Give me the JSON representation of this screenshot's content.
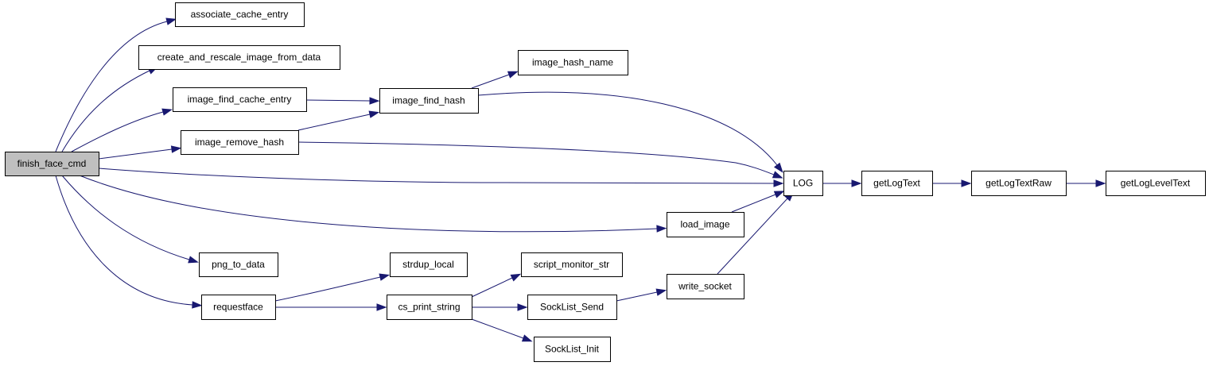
{
  "diagram": {
    "colors": {
      "edge": "#191970",
      "root_fill": "#bfbfbf",
      "node_fill": "#ffffff",
      "node_border": "#000000"
    },
    "nodes": [
      {
        "id": "finish_face_cmd",
        "label": "finish_face_cmd",
        "root": true
      },
      {
        "id": "associate_cache_entry",
        "label": "associate_cache_entry"
      },
      {
        "id": "create_and_rescale_image_from_data",
        "label": "create_and_rescale_image_from_data"
      },
      {
        "id": "image_find_cache_entry",
        "label": "image_find_cache_entry"
      },
      {
        "id": "image_remove_hash",
        "label": "image_remove_hash"
      },
      {
        "id": "image_find_hash",
        "label": "image_find_hash"
      },
      {
        "id": "image_hash_name",
        "label": "image_hash_name"
      },
      {
        "id": "LOG",
        "label": "LOG"
      },
      {
        "id": "getLogText",
        "label": "getLogText"
      },
      {
        "id": "getLogTextRaw",
        "label": "getLogTextRaw"
      },
      {
        "id": "getLogLevelText",
        "label": "getLogLevelText"
      },
      {
        "id": "load_image",
        "label": "load_image"
      },
      {
        "id": "png_to_data",
        "label": "png_to_data"
      },
      {
        "id": "requestface",
        "label": "requestface"
      },
      {
        "id": "strdup_local",
        "label": "strdup_local"
      },
      {
        "id": "cs_print_string",
        "label": "cs_print_string"
      },
      {
        "id": "script_monitor_str",
        "label": "script_monitor_str"
      },
      {
        "id": "SockList_Send",
        "label": "SockList_Send"
      },
      {
        "id": "SockList_Init",
        "label": "SockList_Init"
      },
      {
        "id": "write_socket",
        "label": "write_socket"
      }
    ],
    "edges": [
      {
        "from": "finish_face_cmd",
        "to": "associate_cache_entry"
      },
      {
        "from": "finish_face_cmd",
        "to": "create_and_rescale_image_from_data"
      },
      {
        "from": "finish_face_cmd",
        "to": "image_find_cache_entry"
      },
      {
        "from": "finish_face_cmd",
        "to": "image_remove_hash"
      },
      {
        "from": "finish_face_cmd",
        "to": "LOG"
      },
      {
        "from": "finish_face_cmd",
        "to": "load_image"
      },
      {
        "from": "finish_face_cmd",
        "to": "png_to_data"
      },
      {
        "from": "finish_face_cmd",
        "to": "requestface"
      },
      {
        "from": "image_find_cache_entry",
        "to": "image_find_hash"
      },
      {
        "from": "image_remove_hash",
        "to": "image_find_hash"
      },
      {
        "from": "image_remove_hash",
        "to": "LOG"
      },
      {
        "from": "image_find_hash",
        "to": "image_hash_name"
      },
      {
        "from": "image_find_hash",
        "to": "LOG"
      },
      {
        "from": "LOG",
        "to": "getLogText"
      },
      {
        "from": "getLogText",
        "to": "getLogTextRaw"
      },
      {
        "from": "getLogTextRaw",
        "to": "getLogLevelText"
      },
      {
        "from": "load_image",
        "to": "LOG"
      },
      {
        "from": "requestface",
        "to": "strdup_local"
      },
      {
        "from": "requestface",
        "to": "cs_print_string"
      },
      {
        "from": "cs_print_string",
        "to": "script_monitor_str"
      },
      {
        "from": "cs_print_string",
        "to": "SockList_Send"
      },
      {
        "from": "cs_print_string",
        "to": "SockList_Init"
      },
      {
        "from": "SockList_Send",
        "to": "write_socket"
      },
      {
        "from": "write_socket",
        "to": "LOG"
      }
    ]
  }
}
